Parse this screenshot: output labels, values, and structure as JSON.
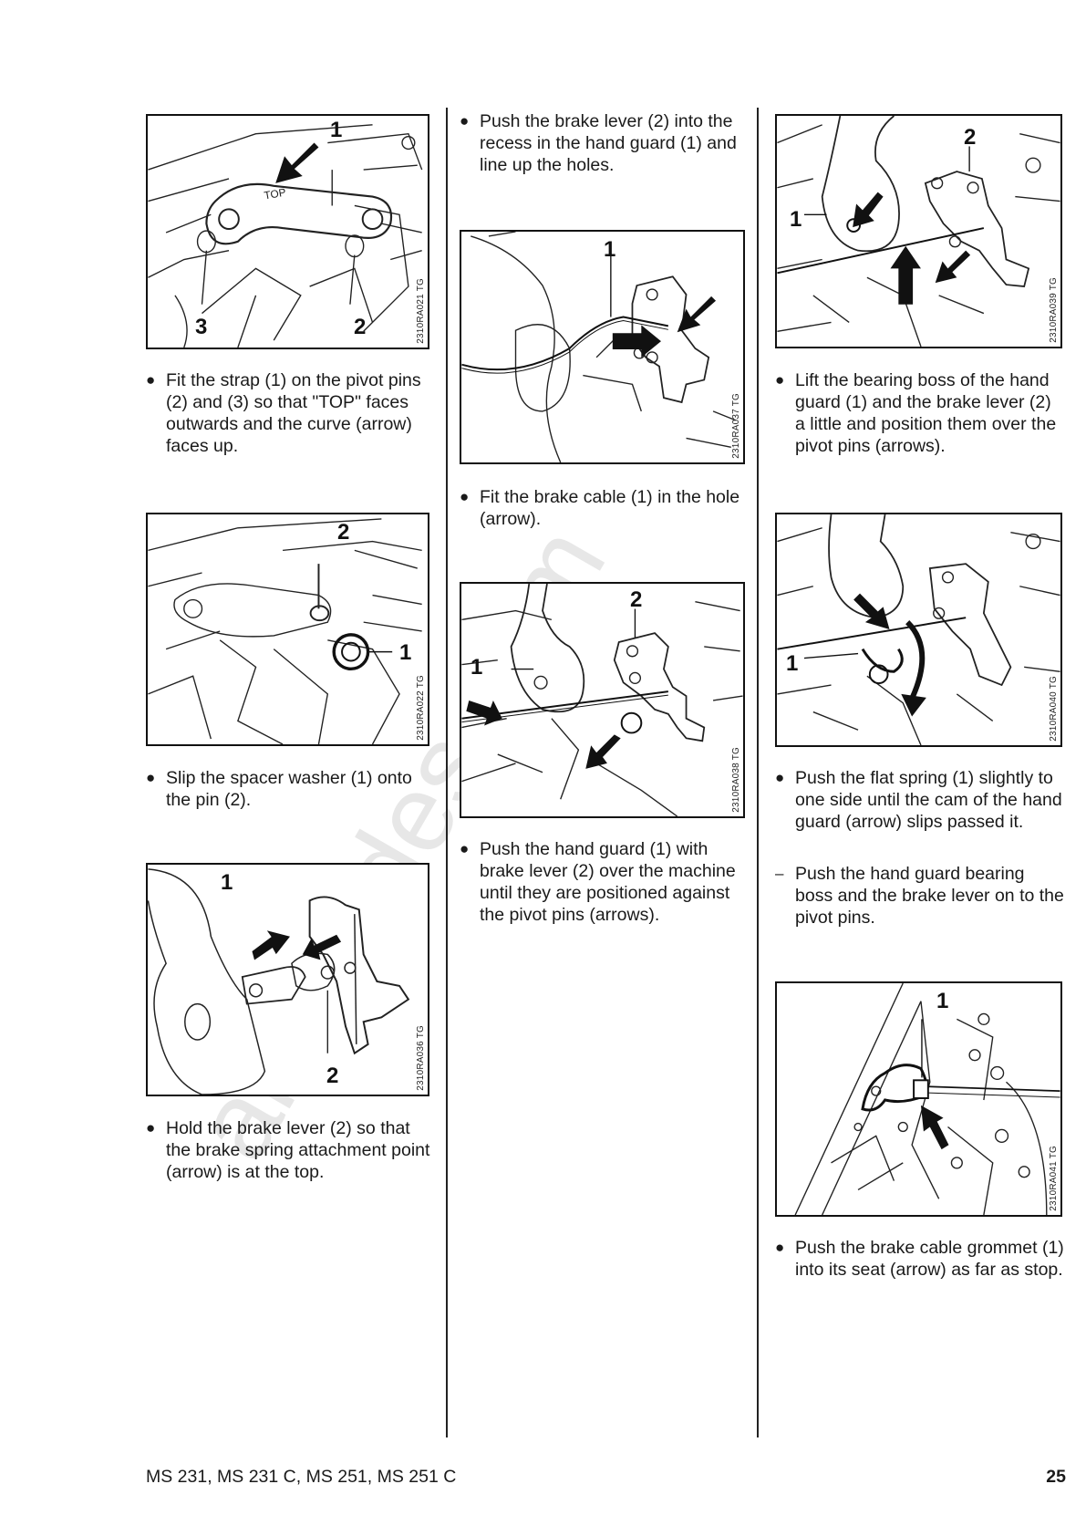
{
  "watermark": "all-guides.com",
  "figures": [
    {
      "code": "2310RA021 TG",
      "callouts": [
        "1",
        "3",
        "2"
      ],
      "label_top": "TOP"
    },
    {
      "code": "2310RA022 TG",
      "callouts": [
        "2",
        "1"
      ]
    },
    {
      "code": "2310RA036 TG",
      "callouts": [
        "1",
        "2"
      ]
    },
    {
      "code": "2310RA037 TG",
      "callouts": [
        "1"
      ]
    },
    {
      "code": "2310RA038 TG",
      "callouts": [
        "2",
        "1"
      ]
    },
    {
      "code": "2310RA039 TG",
      "callouts": [
        "2",
        "1"
      ]
    },
    {
      "code": "2310RA040 TG",
      "callouts": [
        "1"
      ]
    },
    {
      "code": "2310RA041 TG",
      "callouts": [
        "1"
      ]
    }
  ],
  "steps": {
    "s1": {
      "marker": "●",
      "text": "Fit the strap (1) on the pivot pins (2) and (3) so that \"TOP\" faces outwards and the curve (arrow) faces up."
    },
    "s2": {
      "marker": "●",
      "text": "Slip the spacer washer (1) onto the pin (2)."
    },
    "s3": {
      "marker": "●",
      "text": "Hold the brake lever (2) so that the brake spring attachment point (arrow) is at the top."
    },
    "s4": {
      "marker": "●",
      "text": "Push the brake lever (2) into the recess in the hand guard (1) and line up the holes."
    },
    "s5": {
      "marker": "●",
      "text": "Fit the brake cable (1) in the hole (arrow)."
    },
    "s6": {
      "marker": "●",
      "text": "Push the hand guard (1) with brake lever (2) over the machine until they are positioned against the pivot pins (arrows)."
    },
    "s7": {
      "marker": "●",
      "text": "Lift the bearing boss of the hand guard (1) and the brake lever (2) a little and position them over the pivot pins (arrows)."
    },
    "s8": {
      "marker": "●",
      "text": "Push the flat spring (1) slightly to one side until the cam of the hand guard (arrow) slips passed it."
    },
    "s9": {
      "marker": "–",
      "text": "Push the hand guard bearing boss and the brake lever on to the pivot pins."
    },
    "s10": {
      "marker": "●",
      "text": "Push the brake cable grommet (1) into its seat (arrow) as far as stop."
    }
  },
  "footer": {
    "models": "MS 231, MS 231 C, MS 251, MS 251 C",
    "page": "25"
  }
}
